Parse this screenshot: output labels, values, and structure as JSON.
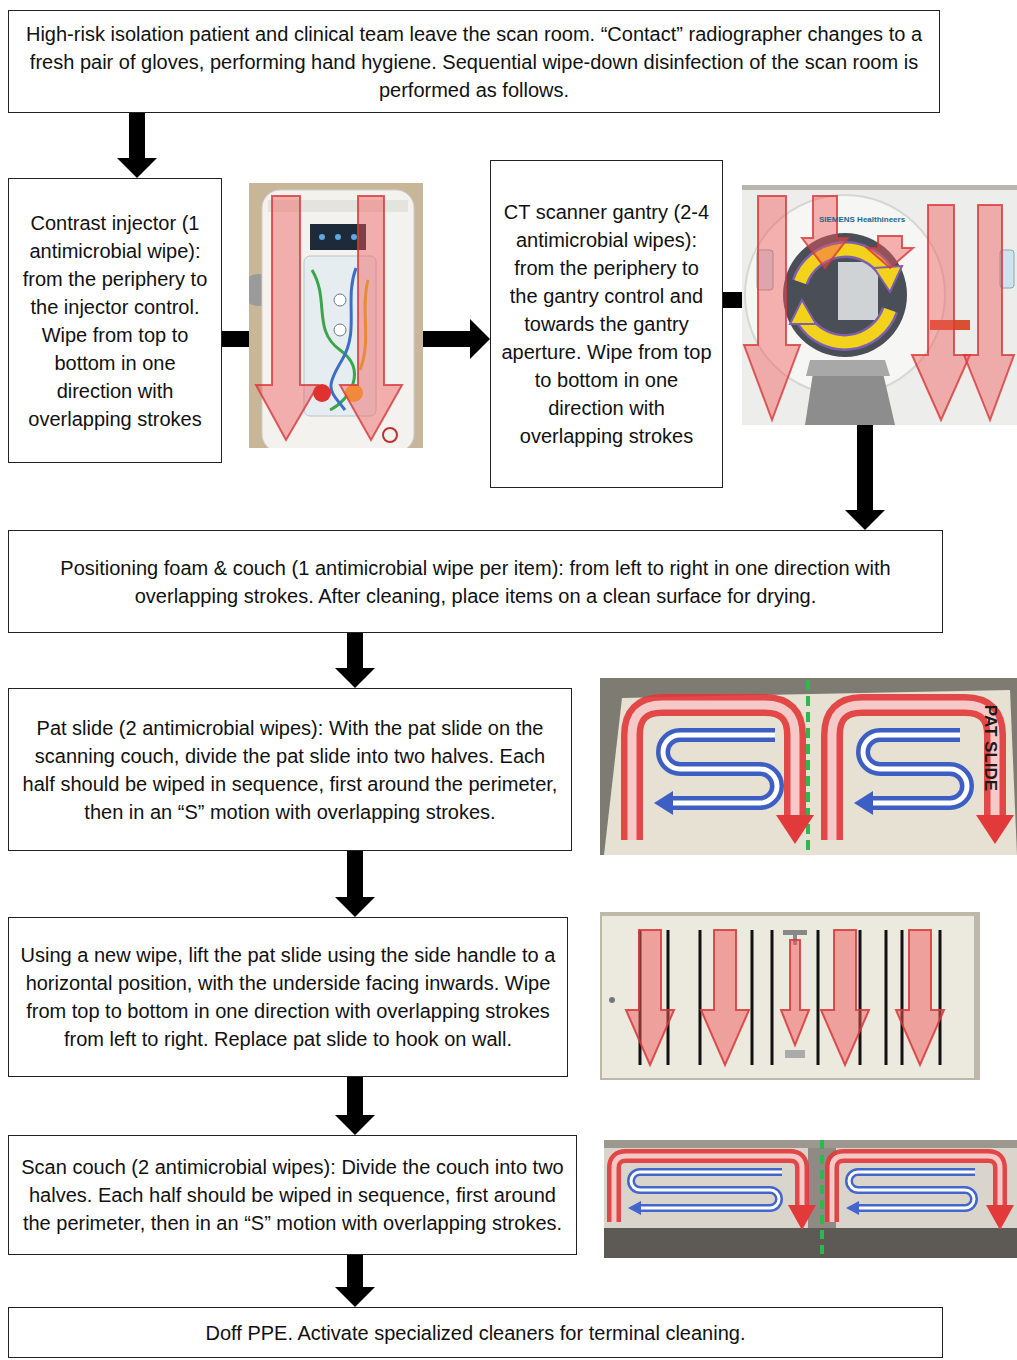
{
  "diagram": {
    "nodes": [
      {
        "text": [
          "High-risk isolation patient and clinical team leave the scan room. “Contact” radiographer changes to a fresh pair of gloves, performing hand hygiene. Sequential wipe-down disinfection of the scan room is performed as follows."
        ]
      },
      {
        "text": [
          "Contrast injector (1 antimicrobial wipe): from the periphery to the injector control. Wipe from top to bottom in one direction with overlapping strokes"
        ]
      },
      {
        "text": [
          "CT scanner gantry (2-4 antimicrobial wipes): from the periphery to the gantry control and towards the gantry aperture. Wipe from top to bottom in one direction with overlapping strokes"
        ]
      },
      {
        "text": [
          "Positioning foam & couch (1 antimicrobial wipe per item): from left to right in one direction with overlapping strokes. After cleaning, place items on a clean surface for drying."
        ]
      },
      {
        "text": [
          "Pat slide (2 antimicrobial wipes): With the pat slide on the scanning couch, divide the pat slide into two halves. Each half should be wiped in sequence, first around the perimeter, then in an “S” motion with overlapping strokes."
        ]
      },
      {
        "text": [
          "Using a new wipe, lift the pat slide using the side handle to a horizontal position, with the underside facing inwards. Wipe from top to bottom in one direction with overlapping strokes from left to right. Replace pat slide to hook on wall."
        ]
      },
      {
        "text": [
          "Scan couch (2 antimicrobial wipes): Divide the couch into two halves. Each half should be wiped in sequence, first around the perimeter, then in an “S” motion with overlapping strokes."
        ]
      },
      {
        "text": [
          "Doff PPE. Activate specialized cleaners for terminal cleaning."
        ]
      }
    ],
    "edges": [
      {
        "from": 0,
        "to": 1,
        "arrow": "to"
      },
      {
        "from": 1,
        "to": 2,
        "arrow": "to"
      },
      {
        "from": 2,
        "to": 3,
        "arrow": "to"
      },
      {
        "from": 3,
        "to": 4,
        "arrow": "to"
      },
      {
        "from": 4,
        "to": 5,
        "arrow": "to"
      },
      {
        "from": 5,
        "to": 6,
        "arrow": "to"
      },
      {
        "from": 6,
        "to": 7,
        "arrow": "to"
      }
    ],
    "labels": [
      "SIEMENS Healthineers",
      "PAT SLIDE"
    ]
  }
}
